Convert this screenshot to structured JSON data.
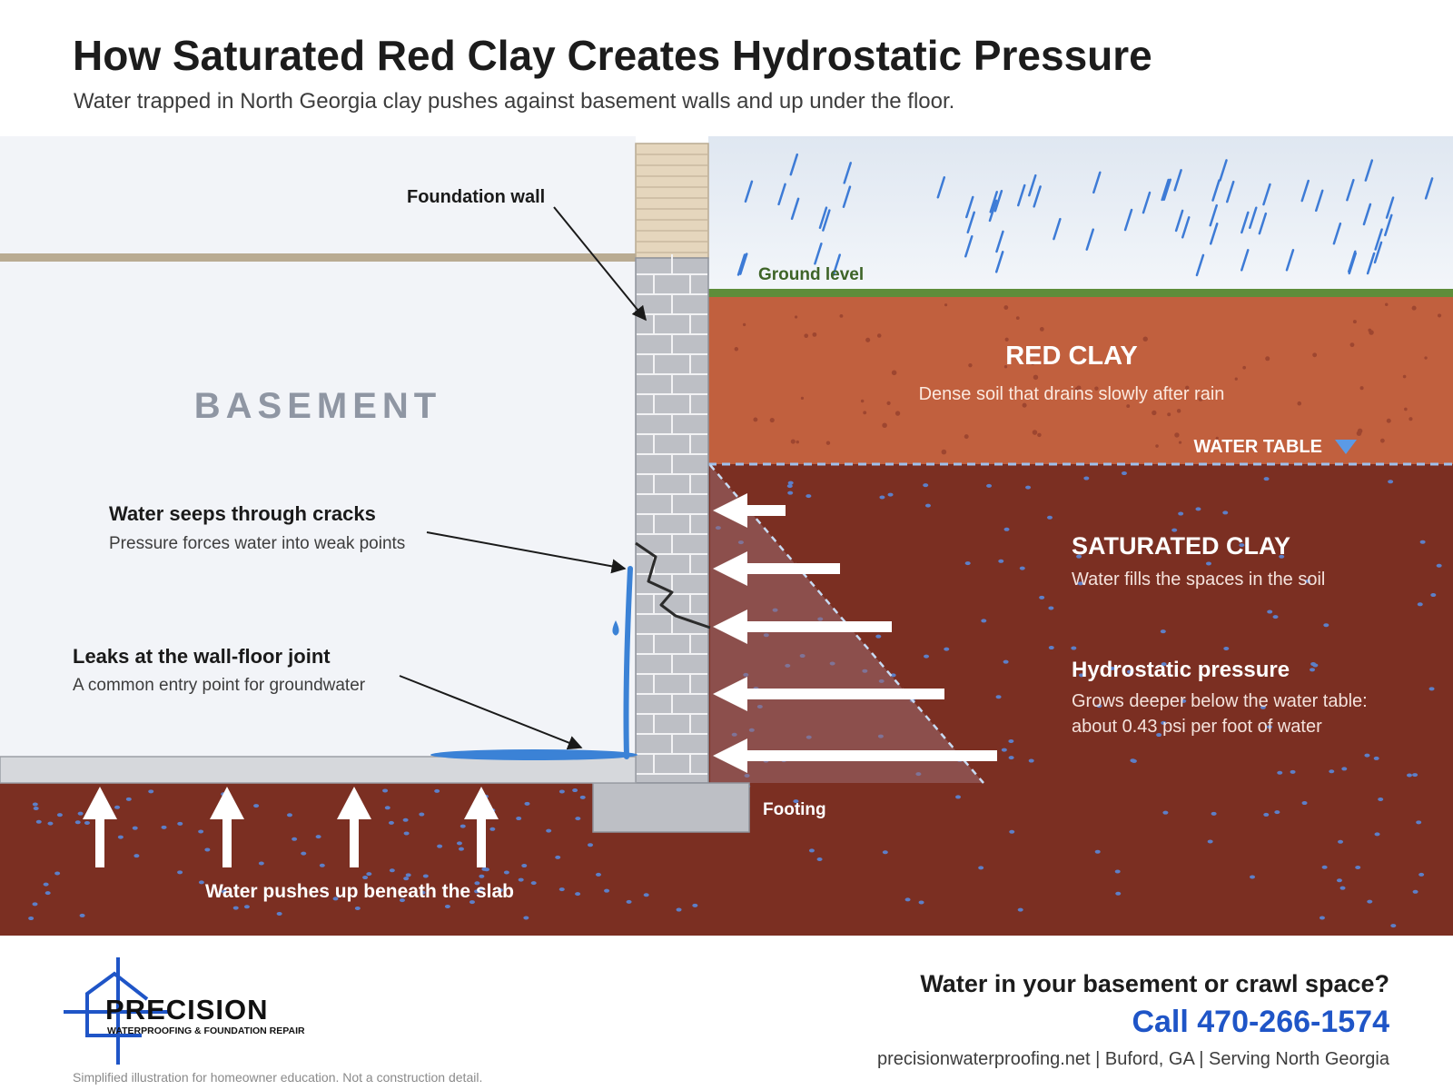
{
  "header": {
    "title": "How Saturated Red Clay Creates Hydrostatic Pressure",
    "subtitle": "Water trapped in North Georgia clay pushes against basement walls and up under the floor."
  },
  "diagram": {
    "labels": {
      "basement": "BASEMENT",
      "foundation_wall": "Foundation wall",
      "ground_level": "Ground level",
      "red_clay_title": "RED CLAY",
      "red_clay_desc": "Dense soil that drains slowly after rain",
      "water_table": "WATER TABLE",
      "saturated_title": "SATURATED CLAY",
      "saturated_desc": "Water fills the spaces in the soil",
      "pressure_title": "Hydrostatic pressure",
      "pressure_desc_1": "Grows deeper below the water table:",
      "pressure_desc_2": "about 0.43 psi per foot of water",
      "seep_title": "Water seeps through cracks",
      "seep_desc": "Pressure forces water into weak points",
      "leak_title": "Leaks at the wall-floor joint",
      "leak_desc": "A common entry point for groundwater",
      "footing": "Footing",
      "slab_push": "Water pushes up beneath the slab"
    },
    "colors": {
      "sky": "#e6edf5",
      "red_clay": "#c1603e",
      "saturated_clay": "#7b2f22",
      "grass": "#5e8d3a",
      "water": "#3b82d6",
      "block": "#bdbfc5",
      "brick": "#e5d6bd"
    }
  },
  "footer": {
    "brand_name": "PRECISION",
    "brand_tagline": "WATERPROOFING & FOUNDATION REPAIR",
    "cta_question": "Water in your basement or crawl space?",
    "cta_phone": "Call 470-266-1574",
    "cta_web": "precisionwaterproofing.net | Buford, GA | Serving North Georgia",
    "disclaimer": "Simplified illustration for homeowner education. Not a construction detail."
  }
}
